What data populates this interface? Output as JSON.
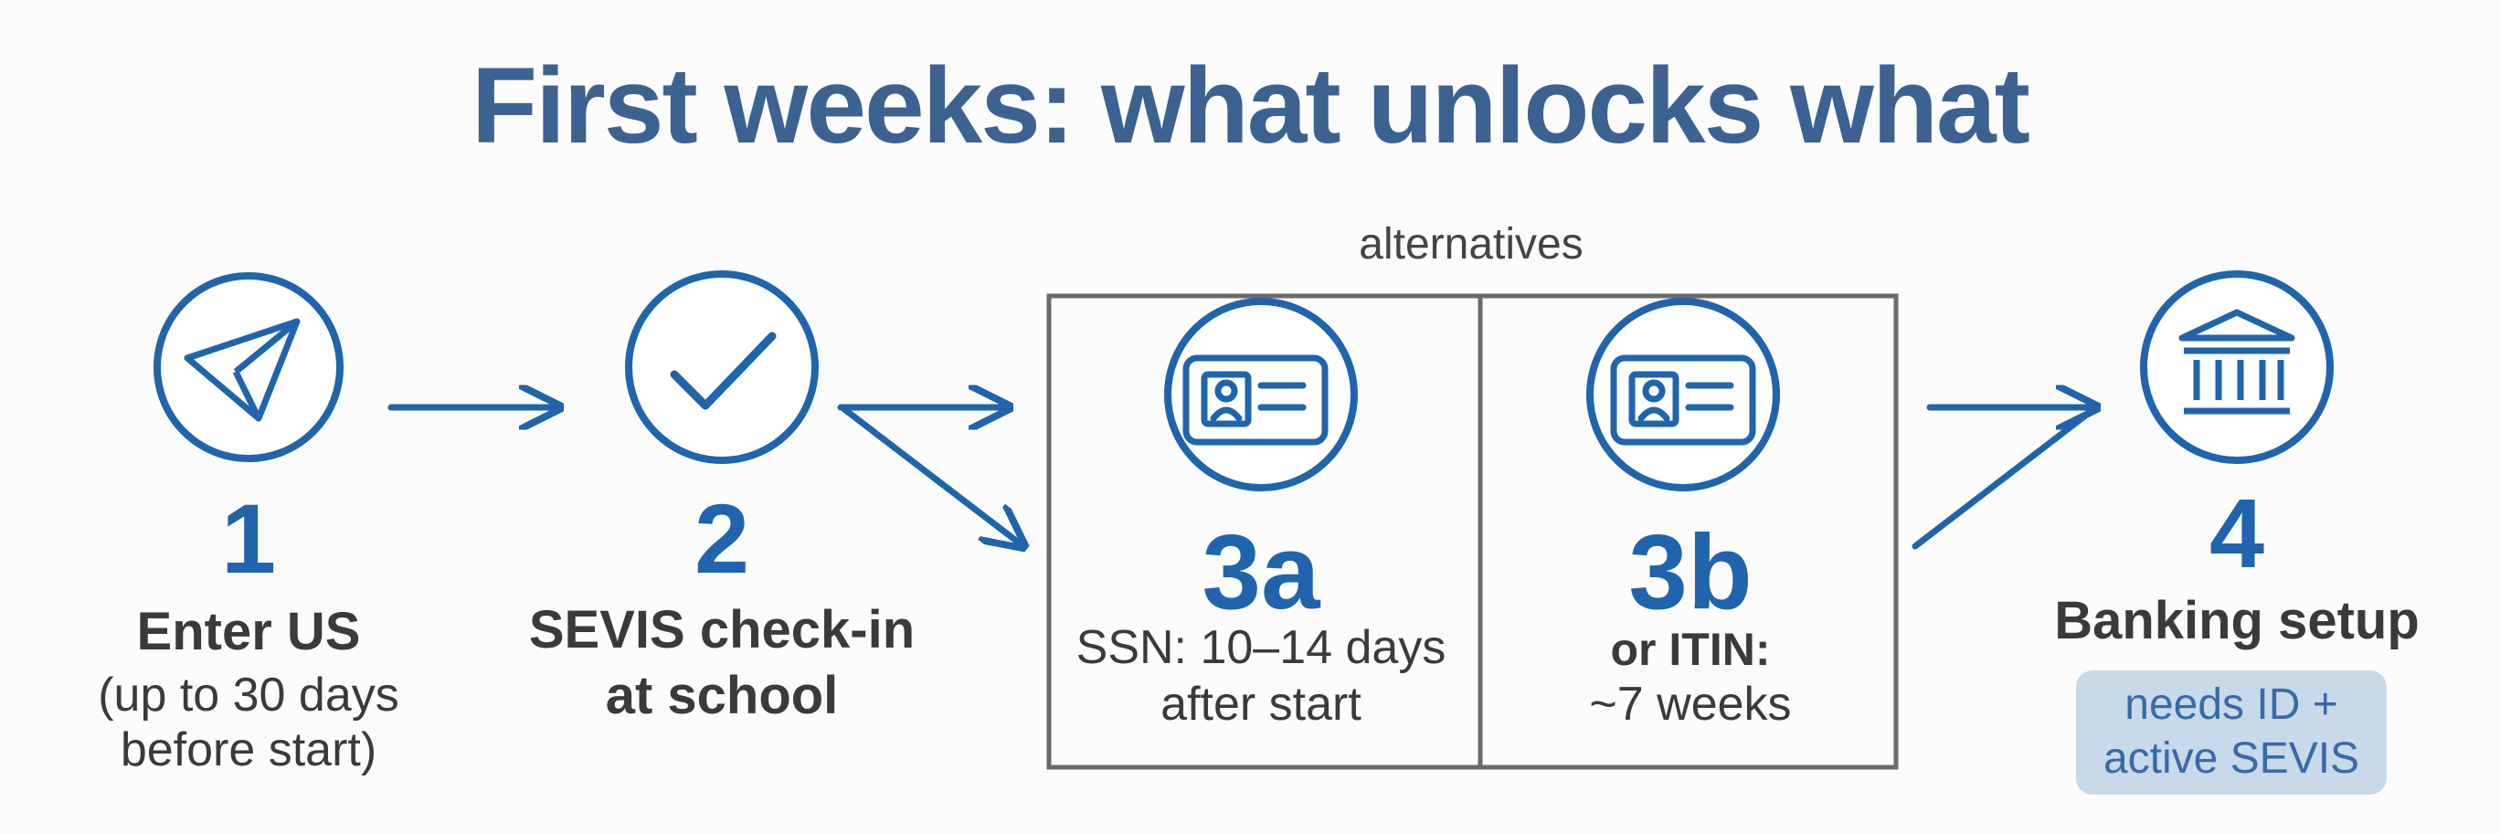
{
  "title": "First weeks: what unlocks what",
  "group_label": "alternatives",
  "steps": [
    {
      "number": "1",
      "icon": "paper-plane-icon",
      "label": "Enter US",
      "detail": [
        "(up to 30 days",
        "before start)"
      ]
    },
    {
      "number": "2",
      "icon": "checkmark-icon",
      "label": "SEVIS check-in",
      "label2": "at school"
    },
    {
      "number": "3a",
      "icon": "id-card-icon",
      "detail": [
        "SSN: 10–14 days",
        "after start"
      ]
    },
    {
      "number": "3b",
      "icon": "id-card-icon",
      "label": "or ITIN:",
      "detail": [
        "~7 weeks"
      ]
    },
    {
      "number": "4",
      "icon": "bank-icon",
      "label": "Banking setup",
      "badge": [
        "needs ID +",
        "active SEVIS"
      ]
    }
  ],
  "colors": {
    "title": "#3b6290",
    "accent": "#1f64ad",
    "text": "#3a3a3a",
    "box": "#6b6b6b",
    "badge_bg": "#c8d9ea",
    "badge_text": "#3a6aa5"
  }
}
